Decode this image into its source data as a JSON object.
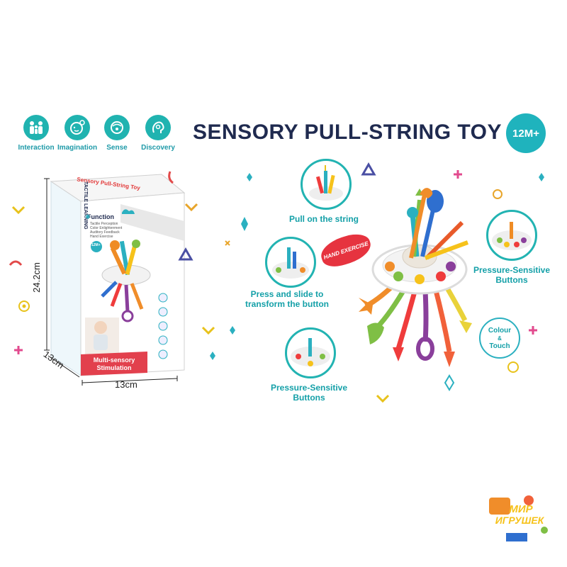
{
  "features": [
    {
      "label": "Interaction",
      "icon": "family-icon"
    },
    {
      "label": "Imagination",
      "icon": "child-head-icon"
    },
    {
      "label": "Sense",
      "icon": "sense-icon"
    },
    {
      "label": "Discovery",
      "icon": "discovery-icon"
    }
  ],
  "title": "SENSORY PULL-STRING TOY",
  "age_badge": "12M+",
  "callouts": {
    "pull": "Pull on the string",
    "press_slide": "Press and slide to transform the button",
    "pressure_right": "Pressure-Sensitive Buttons",
    "pressure_bottom": "Pressure-Sensitive Buttons",
    "colour_touch_1": "Colour",
    "colour_touch_amp": "&",
    "colour_touch_2": "Touch",
    "hand_exercise": "HAND EXERCISE"
  },
  "box": {
    "side_text": "TACTILE LEARNING",
    "top_text": "Sensory Pull-String Toy",
    "function_title": "Function",
    "function_items": [
      "Tactile Perception",
      "Color Enlightenment",
      "Auditory Feedback",
      "Hand Exercise"
    ],
    "age": "12M+",
    "bottom_label_1": "Multi-sensory",
    "bottom_label_2": "Stimulation"
  },
  "dimensions": {
    "height": "24.2cm",
    "depth": "13cm",
    "width": "13cm"
  },
  "watermark": {
    "line1": "МИР",
    "line2": "ИГРУШЕК"
  },
  "colors": {
    "teal": "#20b3b0",
    "navy": "#1f2a4f",
    "red": "#e63a3a"
  }
}
